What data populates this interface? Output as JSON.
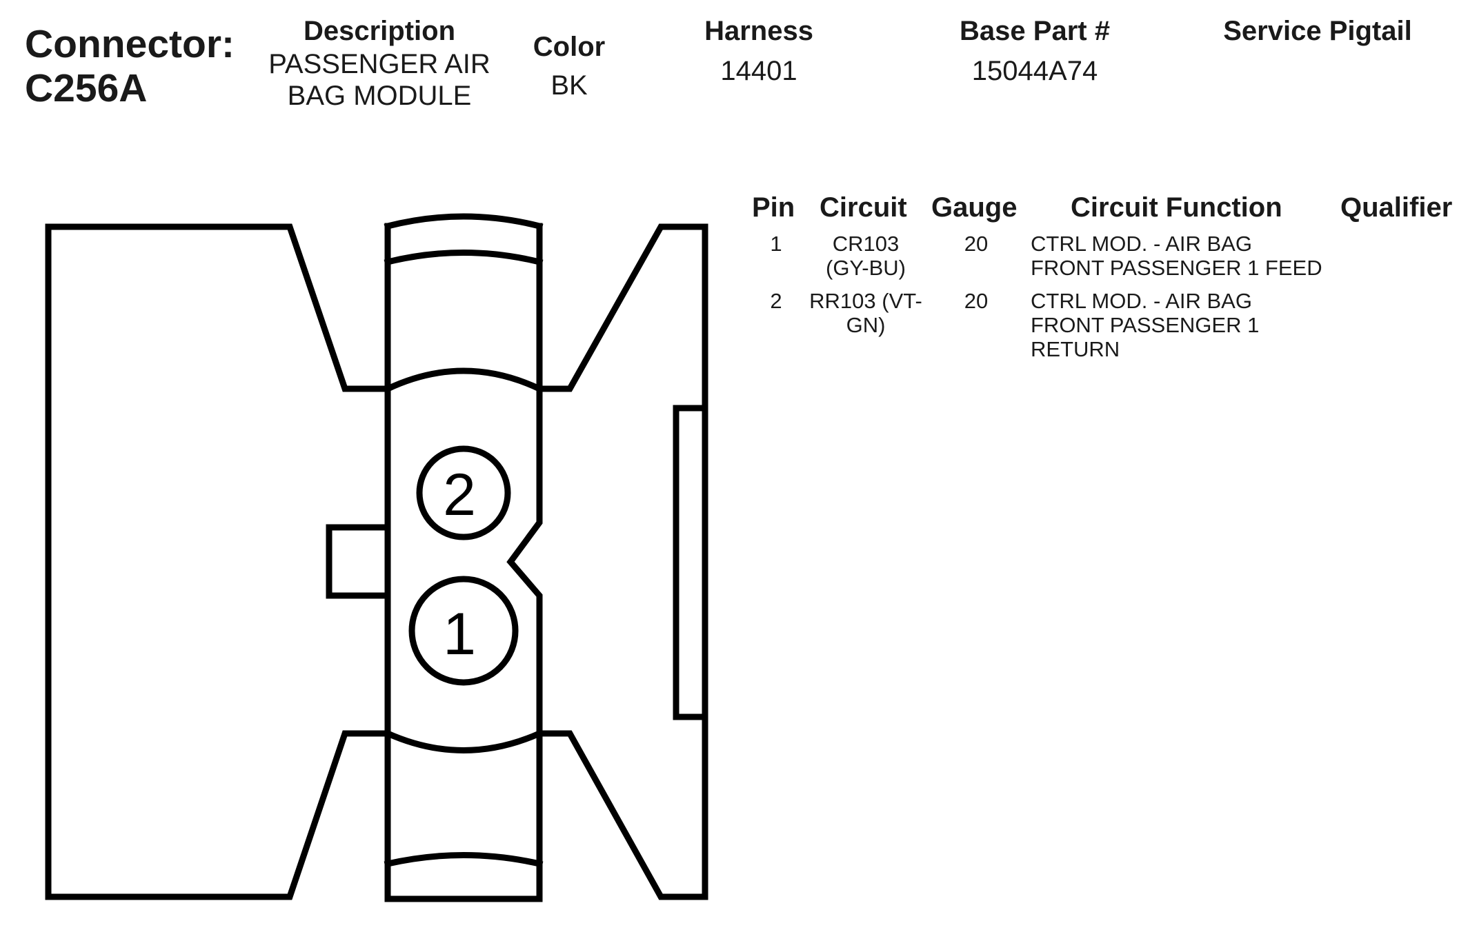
{
  "connector": {
    "label_line1": "Connector:",
    "label_line2": "C256A"
  },
  "header": {
    "description_label": "Description",
    "description_line1": "PASSENGER AIR",
    "description_line2": "BAG MODULE",
    "color_label": "Color",
    "color_value": "BK",
    "harness_label": "Harness",
    "harness_value": "14401",
    "base_part_label": "Base Part #",
    "base_part_value": "15044A74",
    "service_pigtail_label": "Service Pigtail",
    "service_pigtail_value": ""
  },
  "pin_table": {
    "columns": [
      "Pin",
      "Circuit",
      "Gauge",
      "Circuit Function",
      "Qualifier"
    ],
    "rows": [
      {
        "pin": "1",
        "circuit_line1": "CR103",
        "circuit_line2": "(GY-BU)",
        "gauge": "20",
        "function_line1": "CTRL MOD. - AIR BAG",
        "function_line2": "FRONT PASSENGER 1 FEED",
        "function_line3": "",
        "qualifier": ""
      },
      {
        "pin": "2",
        "circuit_line1": "RR103 (VT-",
        "circuit_line2": "GN)",
        "gauge": "20",
        "function_line1": "CTRL MOD. - AIR BAG",
        "function_line2": "FRONT PASSENGER 1",
        "function_line3": "RETURN",
        "qualifier": ""
      }
    ]
  },
  "diagram": {
    "pin_label_upper": "2",
    "pin_label_lower": "1"
  },
  "colors": {
    "line": "#000000",
    "text": "#1a1a1a",
    "background": "#ffffff"
  }
}
